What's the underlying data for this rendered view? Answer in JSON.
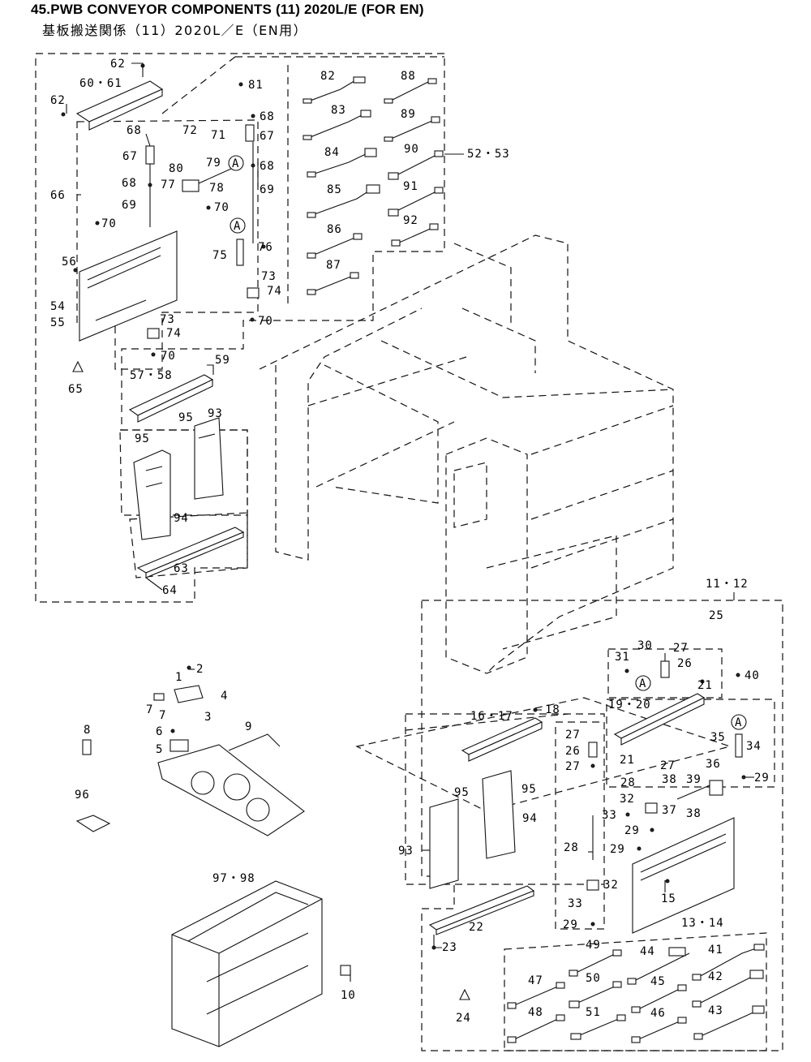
{
  "title": "45.PWB CONVEYOR COMPONENTS (11) 2020L/E (FOR EN)",
  "subtitle": "基板搬送関係（11）2020L／E（EN用）",
  "ref_marker": "A",
  "callouts": {
    "c62a": "62",
    "c6061": "60・61",
    "c62b": "62",
    "c81": "81",
    "c82": "82",
    "c88": "88",
    "c68a": "68",
    "c67a": "67",
    "c72": "72",
    "c71": "71",
    "c68b": "68",
    "c67b": "67",
    "c83": "83",
    "c89": "89",
    "c84": "84",
    "c90": "90",
    "c5253": "52・53",
    "c80": "80",
    "c79": "79",
    "c68c": "68",
    "c77": "77",
    "c78": "78",
    "c68d": "68",
    "c66": "66",
    "c69a": "69",
    "c69b": "69",
    "c85": "85",
    "c91": "91",
    "c70a": "70",
    "c70b": "70",
    "c92": "92",
    "c86": "86",
    "c75": "75",
    "c76": "76",
    "c56": "56",
    "c87": "87",
    "c73a": "73",
    "c74a": "74",
    "c54": "54",
    "c55": "55",
    "c70c": "70",
    "c73b": "73",
    "c74b": "74",
    "c70d": "70",
    "c65": "65",
    "c59": "59",
    "c5758": "57・58",
    "c95a": "95",
    "c93a": "93",
    "c95b": "95",
    "c94a": "94",
    "c63": "63",
    "c64": "64",
    "c1112": "11・12",
    "c25": "25",
    "c30": "30",
    "c27a": "27",
    "c31": "31",
    "c26a": "26",
    "c40": "40",
    "c21a": "21",
    "c2": "2",
    "c1": "1",
    "c4": "4",
    "c77b": "7",
    "c7b": "7",
    "c3": "3",
    "c1920": "19・20",
    "c18": "18",
    "c1617": "16・17",
    "c8": "8",
    "c9": "9",
    "c6": "6",
    "c5": "5",
    "c27b": "27",
    "c35": "35",
    "c34": "34",
    "c26b": "26",
    "c27c": "27",
    "c21b": "21",
    "c27d": "27",
    "c36": "36",
    "c29a": "29",
    "c28a": "28",
    "c38a": "38",
    "c39": "39",
    "c96": "96",
    "c95c": "95",
    "c95d": "95",
    "c32a": "32",
    "c37": "37",
    "c38b": "38",
    "c33a": "33",
    "c94b": "94",
    "c29b": "29",
    "c93b": "93",
    "c28b": "28",
    "c29c": "29",
    "c9798": "97・98",
    "c32b": "32",
    "c15": "15",
    "c33b": "33",
    "c22": "22",
    "c1314": "13・14",
    "c29d": "29",
    "c23": "23",
    "c49": "49",
    "c44": "44",
    "c41": "41",
    "c47": "47",
    "c50": "50",
    "c45": "45",
    "c42": "42",
    "c10": "10",
    "c24": "24",
    "c48": "48",
    "c51": "51",
    "c46": "46",
    "c43": "43"
  }
}
